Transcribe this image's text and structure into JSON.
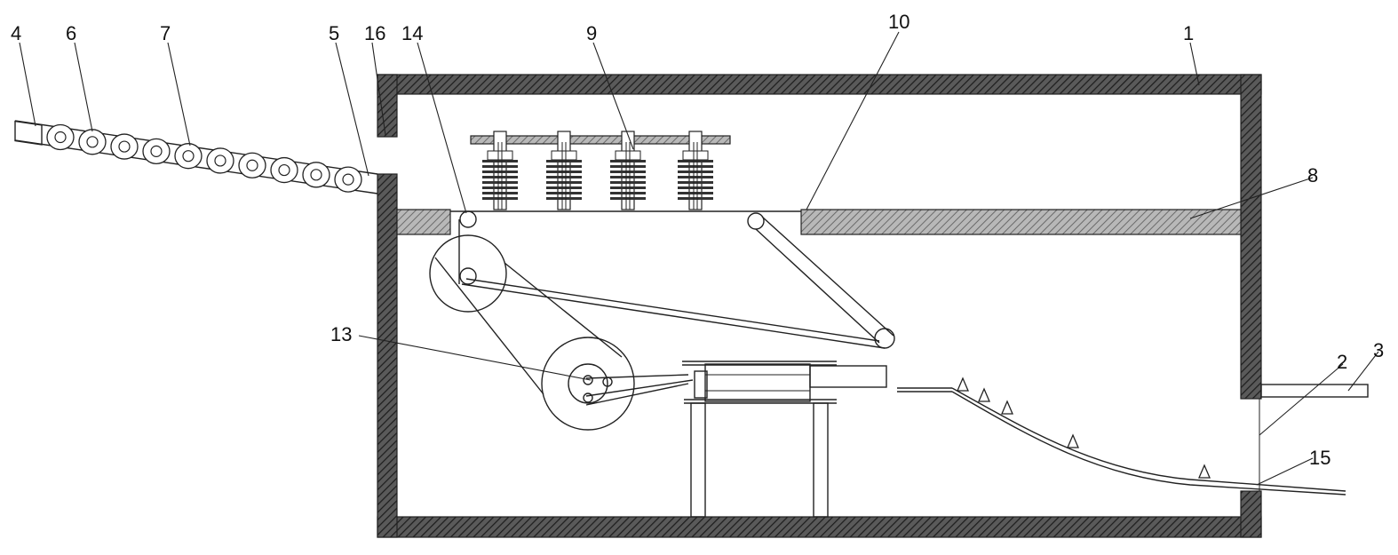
{
  "labels": {
    "l1": "1",
    "l2": "2",
    "l3": "3",
    "l4": "4",
    "l5": "5",
    "l6": "6",
    "l7": "7",
    "l8": "8",
    "l9": "9",
    "l10": "10",
    "l13": "13",
    "l14": "14",
    "l15": "15",
    "l16": "16"
  }
}
